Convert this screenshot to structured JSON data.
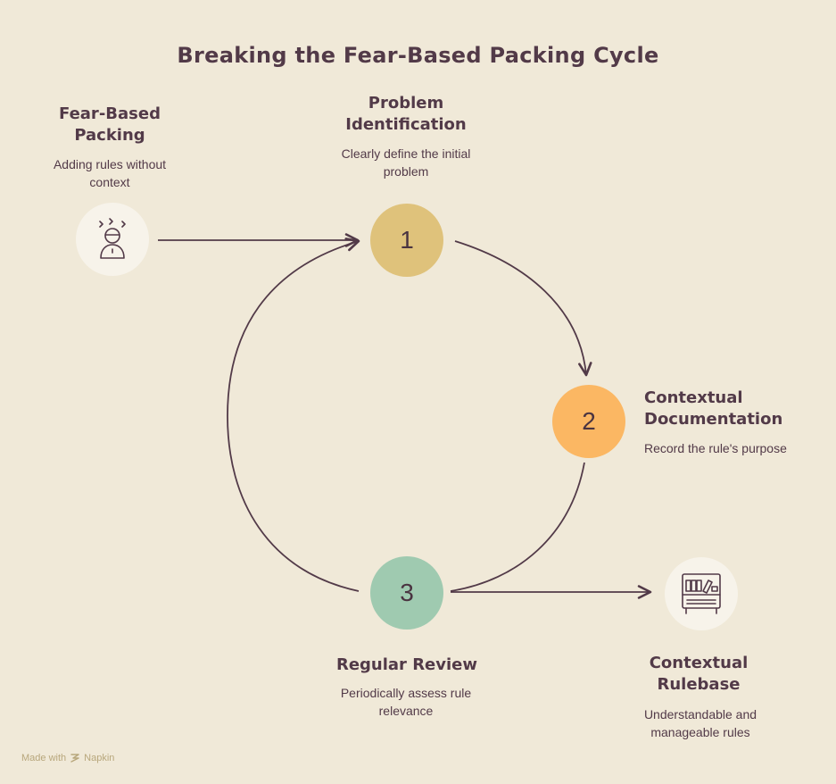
{
  "title": "Breaking the Fear-Based Packing Cycle",
  "start": {
    "heading_line1": "Fear-Based",
    "heading_line2": "Packing",
    "desc_line1": "Adding rules without",
    "desc_line2": "context",
    "icon": "stressed-person-icon"
  },
  "steps": [
    {
      "number": "1",
      "heading_line1": "Problem",
      "heading_line2": "Identification",
      "desc_line1": "Clearly define the initial",
      "desc_line2": "problem",
      "color": "#dfc27b"
    },
    {
      "number": "2",
      "heading_line1": "Contextual",
      "heading_line2": "Documentation",
      "desc_line1": "Record the rule's purpose",
      "color": "#fbb763"
    },
    {
      "number": "3",
      "heading_line1": "Regular Review",
      "desc_line1": "Periodically assess rule",
      "desc_line2": "relevance",
      "color": "#9fcab0"
    }
  ],
  "end": {
    "heading_line1": "Contextual",
    "heading_line2": "Rulebase",
    "desc_line1": "Understandable and",
    "desc_line2": "manageable rules",
    "icon": "bookshelf-icon"
  },
  "footer": {
    "made_with": "Made with",
    "brand": "Napkin"
  },
  "colors": {
    "background": "#f0e9d8",
    "line": "#523a48",
    "icon_bg": "#f7f3ea"
  }
}
